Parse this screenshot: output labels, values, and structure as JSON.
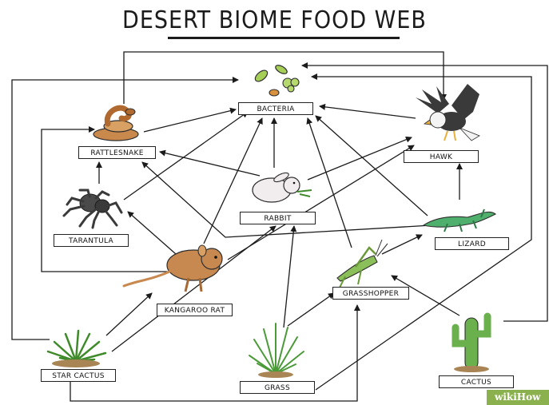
{
  "title": "DESERT BIOME FOOD WEB",
  "watermark": "wikiHow",
  "labels": {
    "bacteria": "BACTERIA",
    "rattlesnake": "RATTLESNAKE",
    "hawk": "HAWK",
    "rabbit": "RABBIT",
    "tarantula": "TARANTULA",
    "lizard": "LIZARD",
    "grasshopper": "GRASSHOPPER",
    "kangaroo_rat": "KANGAROO RAT",
    "star_cactus": "STAR CACTUS",
    "grass": "GRASS",
    "cactus": "CACTUS"
  },
  "icons": [
    "bacteria-icon",
    "rattlesnake-icon",
    "hawk-icon",
    "rabbit-icon",
    "tarantula-icon",
    "lizard-icon",
    "grasshopper-icon",
    "kangaroo-rat-icon",
    "star-cactus-icon",
    "grass-icon",
    "cactus-icon"
  ],
  "colors": {
    "ink": "#1b1b1b",
    "plant_green": "#5a9a3a",
    "animal_brown": "#b0703a",
    "watermark_green": "#8ab14e"
  }
}
